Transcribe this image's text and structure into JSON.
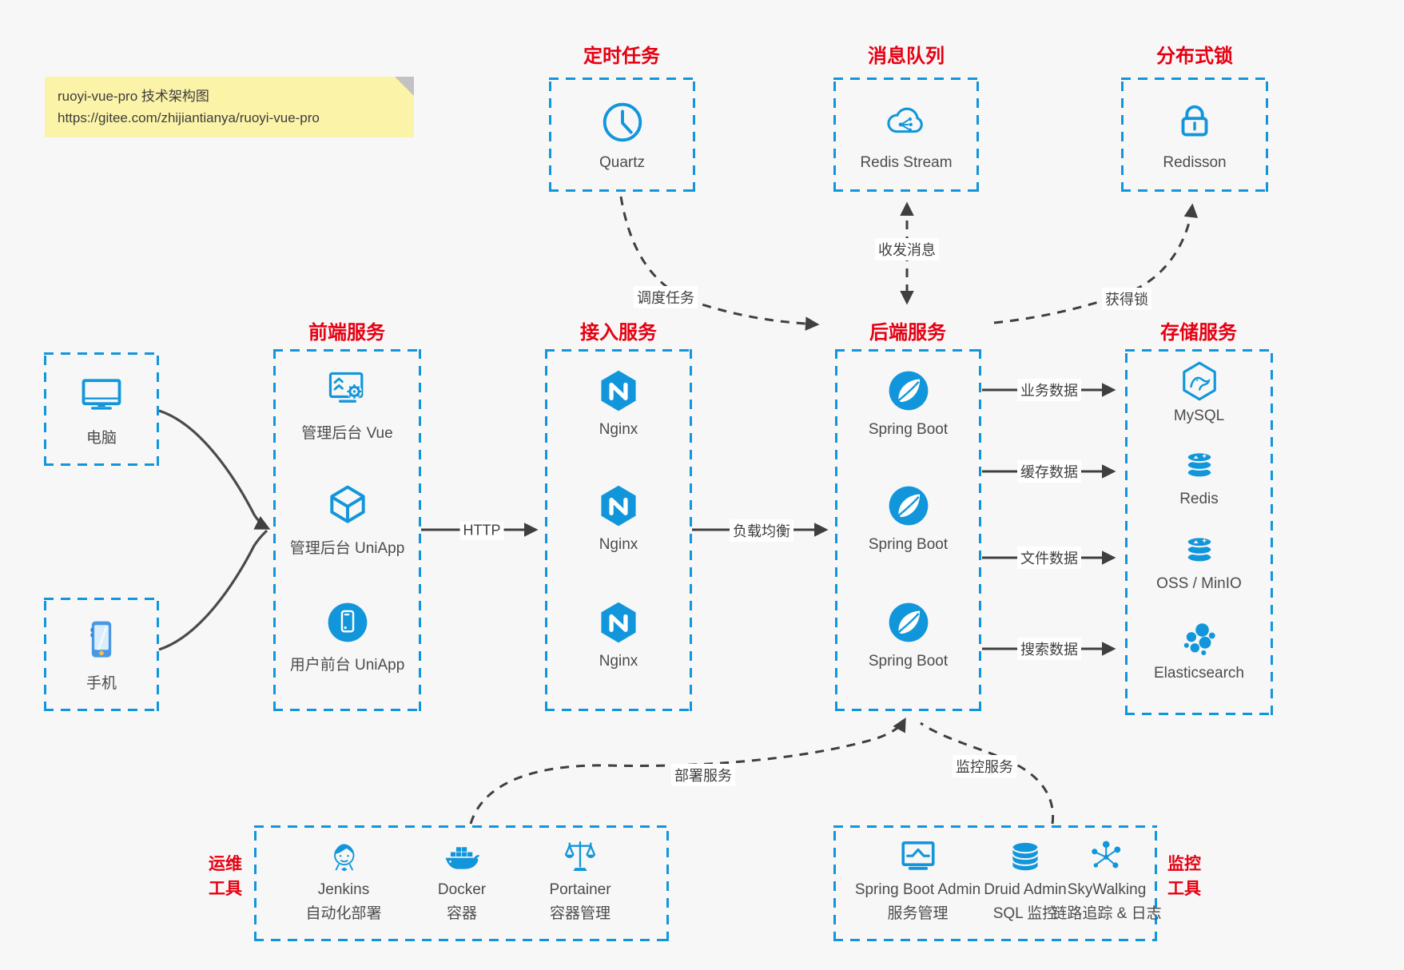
{
  "note": {
    "line1": "ruoyi-vue-pro 技术架构图",
    "line2": "https://gitee.com/zhijiantianya/ruoyi-vue-pro"
  },
  "top_groups": [
    {
      "title": "定时任务",
      "label": "Quartz",
      "icon": "clock-icon"
    },
    {
      "title": "消息队列",
      "label": "Redis Stream",
      "icon": "cloud-mq-icon"
    },
    {
      "title": "分布式锁",
      "label": "Redisson",
      "icon": "lock-icon"
    }
  ],
  "clients": [
    {
      "label": "电脑",
      "icon": "desktop-icon"
    },
    {
      "label": "手机",
      "icon": "mobile-icon"
    }
  ],
  "columns": [
    {
      "title": "前端服务",
      "items": [
        {
          "label": "管理后台 Vue",
          "icon": "vue-admin-icon"
        },
        {
          "label": "管理后台 UniApp",
          "icon": "uniapp-cube-icon"
        },
        {
          "label": "用户前台 UniApp",
          "icon": "uniapp-user-icon"
        }
      ]
    },
    {
      "title": "接入服务",
      "items": [
        {
          "label": "Nginx",
          "icon": "nginx-icon"
        },
        {
          "label": "Nginx",
          "icon": "nginx-icon"
        },
        {
          "label": "Nginx",
          "icon": "nginx-icon"
        }
      ]
    },
    {
      "title": "后端服务",
      "items": [
        {
          "label": "Spring Boot",
          "icon": "spring-boot-icon"
        },
        {
          "label": "Spring Boot",
          "icon": "spring-boot-icon"
        },
        {
          "label": "Spring Boot",
          "icon": "spring-boot-icon"
        }
      ]
    },
    {
      "title": "存储服务",
      "items": [
        {
          "label": "MySQL",
          "icon": "mysql-icon"
        },
        {
          "label": "Redis",
          "icon": "redis-icon"
        },
        {
          "label": "OSS / MinIO",
          "icon": "oss-minio-icon"
        },
        {
          "label": "Elasticsearch",
          "icon": "elasticsearch-icon"
        }
      ]
    }
  ],
  "bottom_groups": [
    {
      "title_lines": [
        "运维",
        "工具"
      ],
      "items": [
        {
          "name": "Jenkins",
          "desc": "自动化部署",
          "icon": "jenkins-icon"
        },
        {
          "name": "Docker",
          "desc": "容器",
          "icon": "docker-icon"
        },
        {
          "name": "Portainer",
          "desc": "容器管理",
          "icon": "portainer-icon"
        }
      ]
    },
    {
      "title_lines": [
        "监控",
        "工具"
      ],
      "items": [
        {
          "name": "Spring Boot Admin",
          "desc": "服务管理",
          "icon": "spring-boot-admin-icon"
        },
        {
          "name": "Druid Admin",
          "desc": "SQL 监控",
          "icon": "druid-icon"
        },
        {
          "name": "SkyWalking",
          "desc": "链路追踪 & 日志",
          "icon": "skywalking-icon"
        }
      ]
    }
  ],
  "edges": {
    "http": "HTTP",
    "load_balance": "负载均衡",
    "schedule": "调度任务",
    "message": "收发消息",
    "lock": "获得锁",
    "business": "业务数据",
    "cache": "缓存数据",
    "file": "文件数据",
    "search": "搜索数据",
    "deploy": "部署服务",
    "monitor": "监控服务"
  },
  "colors": {
    "blue": "#1296db",
    "red": "#e60012",
    "line": "#3f3f3f",
    "note_bg": "#fbf3a8"
  }
}
